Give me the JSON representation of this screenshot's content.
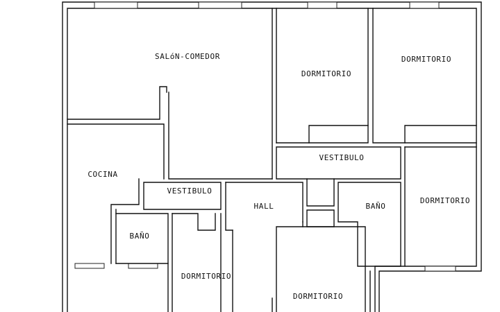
{
  "title": "",
  "rooms": [
    {
      "id": "salon-comedor",
      "label": "SALóN-COMEDOR"
    },
    {
      "id": "dormitorio-1",
      "label": "DORMITORIO"
    },
    {
      "id": "dormitorio-2",
      "label": "DORMITORIO"
    },
    {
      "id": "vestibulo-1",
      "label": "VESTIBULO"
    },
    {
      "id": "cocina",
      "label": "COCINA"
    },
    {
      "id": "vestibulo-2",
      "label": "VESTIBULO"
    },
    {
      "id": "hall",
      "label": "HALL"
    },
    {
      "id": "bano-1",
      "label": "BAÑO"
    },
    {
      "id": "dormitorio-3",
      "label": "DORMITORIO"
    },
    {
      "id": "bano-2",
      "label": "BAÑO"
    },
    {
      "id": "dormitorio-4",
      "label": "DORMITORIO"
    },
    {
      "id": "dormitorio-5",
      "label": "DORMITORIO"
    }
  ],
  "colors": {
    "wall": "#111111",
    "background": "#ffffff"
  }
}
